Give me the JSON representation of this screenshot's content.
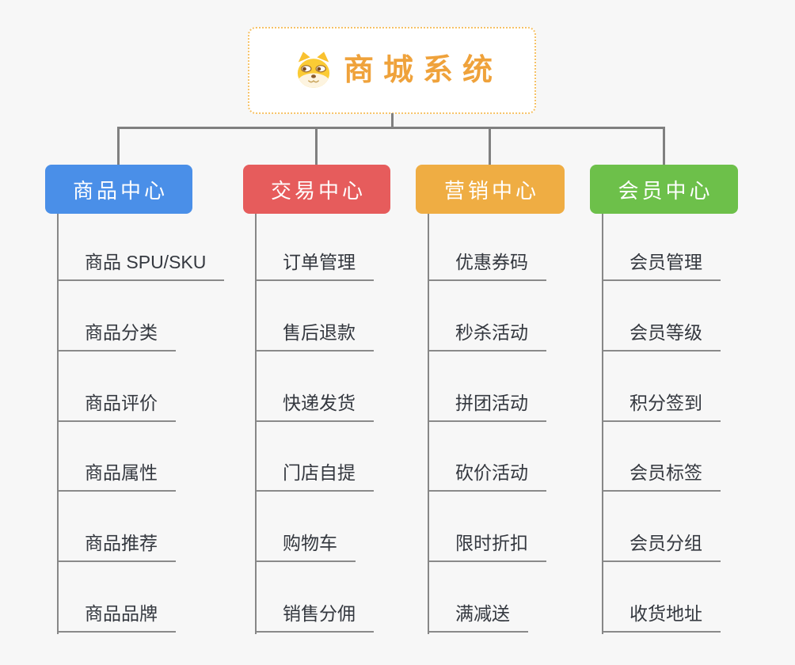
{
  "page": {
    "background": "#f7f7f7",
    "connector_color": "#808080"
  },
  "root": {
    "title": "商城系统",
    "icon": "dog-face-icon",
    "title_color": "#efa23b",
    "border_color": "#f6c267"
  },
  "branches": [
    {
      "label": "商品中心",
      "color": "#4a8fe8",
      "items": [
        "商品 SPU/SKU",
        "商品分类",
        "商品评价",
        "商品属性",
        "商品推荐",
        "商品品牌"
      ]
    },
    {
      "label": "交易中心",
      "color": "#e65c5c",
      "items": [
        "订单管理",
        "售后退款",
        "快递发货",
        "门店自提",
        "购物车",
        "销售分佣"
      ]
    },
    {
      "label": "营销中心",
      "color": "#efad43",
      "items": [
        "优惠券码",
        "秒杀活动",
        "拼团活动",
        "砍价活动",
        "限时折扣",
        "满减送"
      ]
    },
    {
      "label": "会员中心",
      "color": "#6dc04a",
      "items": [
        "会员管理",
        "会员等级",
        "积分签到",
        "会员标签",
        "会员分组",
        "收货地址"
      ]
    }
  ]
}
